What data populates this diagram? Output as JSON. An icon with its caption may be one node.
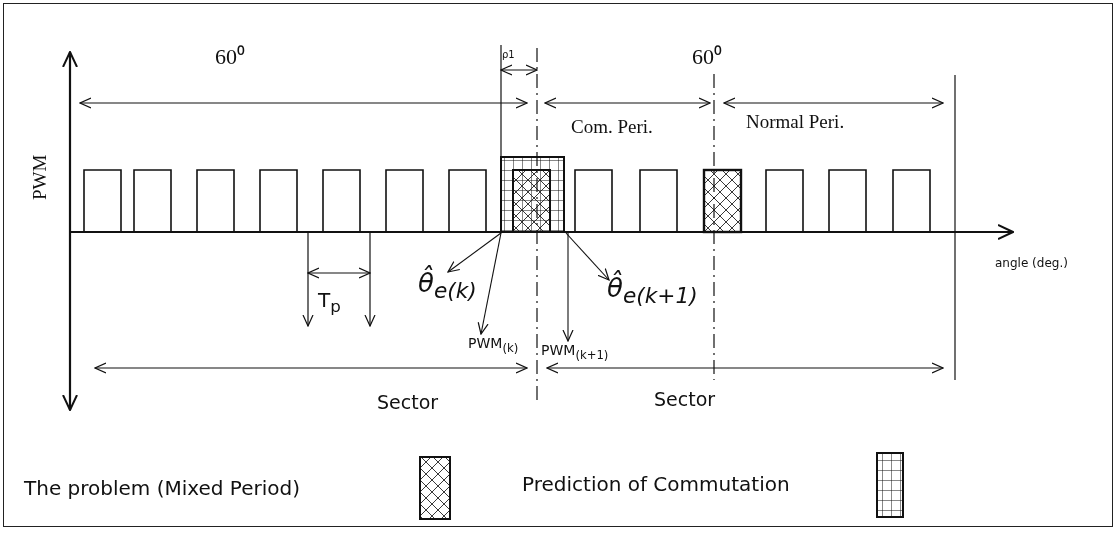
{
  "diagram": {
    "nodes": [
      {
        "text": [
          "θ̂$_{e(k)}$"
        ]
      },
      {
        "text": [
          "PWM$_{(k)}$"
        ]
      },
      {
        "text": [
          "PWM$_{(k+1)}$"
        ]
      },
      {
        "text": [
          "θ̂$_{e(k+1)}$"
        ]
      }
    ],
    "edges": [
      {
        "from": null,
        "to": 0,
        "arrow": "to"
      },
      {
        "from": null,
        "to": 1,
        "arrow": "to"
      },
      {
        "from": null,
        "to": 2,
        "arrow": "to"
      },
      {
        "from": null,
        "to": 3,
        "arrow": "to"
      }
    ],
    "labels": [
      "ρ1",
      "60⁰",
      "60⁰",
      "Com. Peri.",
      "Normal Peri.",
      "PWM",
      "angle (deg.)",
      "T$_{p}$",
      "Sector",
      "Sector"
    ],
    "legend": [
      {
        "text": "The problem (Mixed Period)"
      },
      {
        "text": "Prediction of Commutation"
      }
    ]
  }
}
